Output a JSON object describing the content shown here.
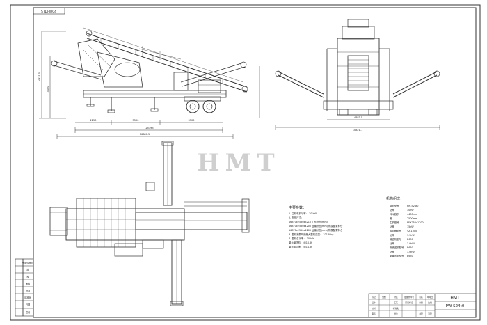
{
  "drawing": {
    "corner_tag": "STDPW04",
    "watermark": "HMT",
    "model_title": "HMT",
    "model_number": "PW-S24t0"
  },
  "dimensions": {
    "side_total_length": "16887.5",
    "side_overall": "25193",
    "side_segments": [
      "2250",
      "5500",
      "3500"
    ],
    "side_height": "4921.5",
    "side_height_small": "3400",
    "front_width": "10821.1",
    "front_inner": "4683.5"
  },
  "notes": {
    "heading": "主要参数：",
    "lines": [
      "1. 主机电机功率：    30 kW",
      "2. 外形尺寸：",
      "   16870x2550x3210 工作状态(mm)",
      "   16870x2550x4200 运输状态(mm)  附属配置料仓",
      "   16870x2550x4200 运输状态(mm)  附属配置料仓",
      "3. 整机满载时的最大整机质量：  22180kg",
      "4. 整机总功率：          30 kW",
      "   单台输送机：          约10.5t",
      "   单台振动筛：          约11.5t"
    ]
  },
  "specs": {
    "heading": "机构组成：",
    "rows": [
      [
        "整机型号",
        "PW-S24t0"
      ],
      [
        "功率",
        "30kW"
      ],
      [
        "料斗容积",
        "4400mm"
      ],
      [
        "宽",
        "2500mm"
      ],
      [
        "主机型号",
        "PEX250x1200"
      ],
      [
        "功率",
        "15kW"
      ],
      [
        "振动器型号",
        "YZ-1000"
      ],
      [
        "功率",
        "7.5kW"
      ],
      [
        "输送机型号",
        "B650"
      ],
      [
        "功率",
        "3.0kW"
      ],
      [
        "侧输送机型号",
        "B650"
      ],
      [
        "功率",
        "3.0kW"
      ],
      [
        "尾输送机型号",
        "B650"
      ]
    ]
  },
  "left_strip": {
    "cells": [
      "借用件登记",
      "描",
      "校",
      "审核",
      "批准",
      "标准化",
      "日期",
      "签名"
    ]
  },
  "title_block": {
    "cells": [
      "标记",
      "处数",
      "分区",
      "更改文件号",
      "签名",
      "年月日",
      "设计",
      "校对",
      "审核",
      "工艺",
      "标准化",
      "批准",
      "阶段标记",
      "重量",
      "比例",
      "共张",
      "第张"
    ]
  }
}
